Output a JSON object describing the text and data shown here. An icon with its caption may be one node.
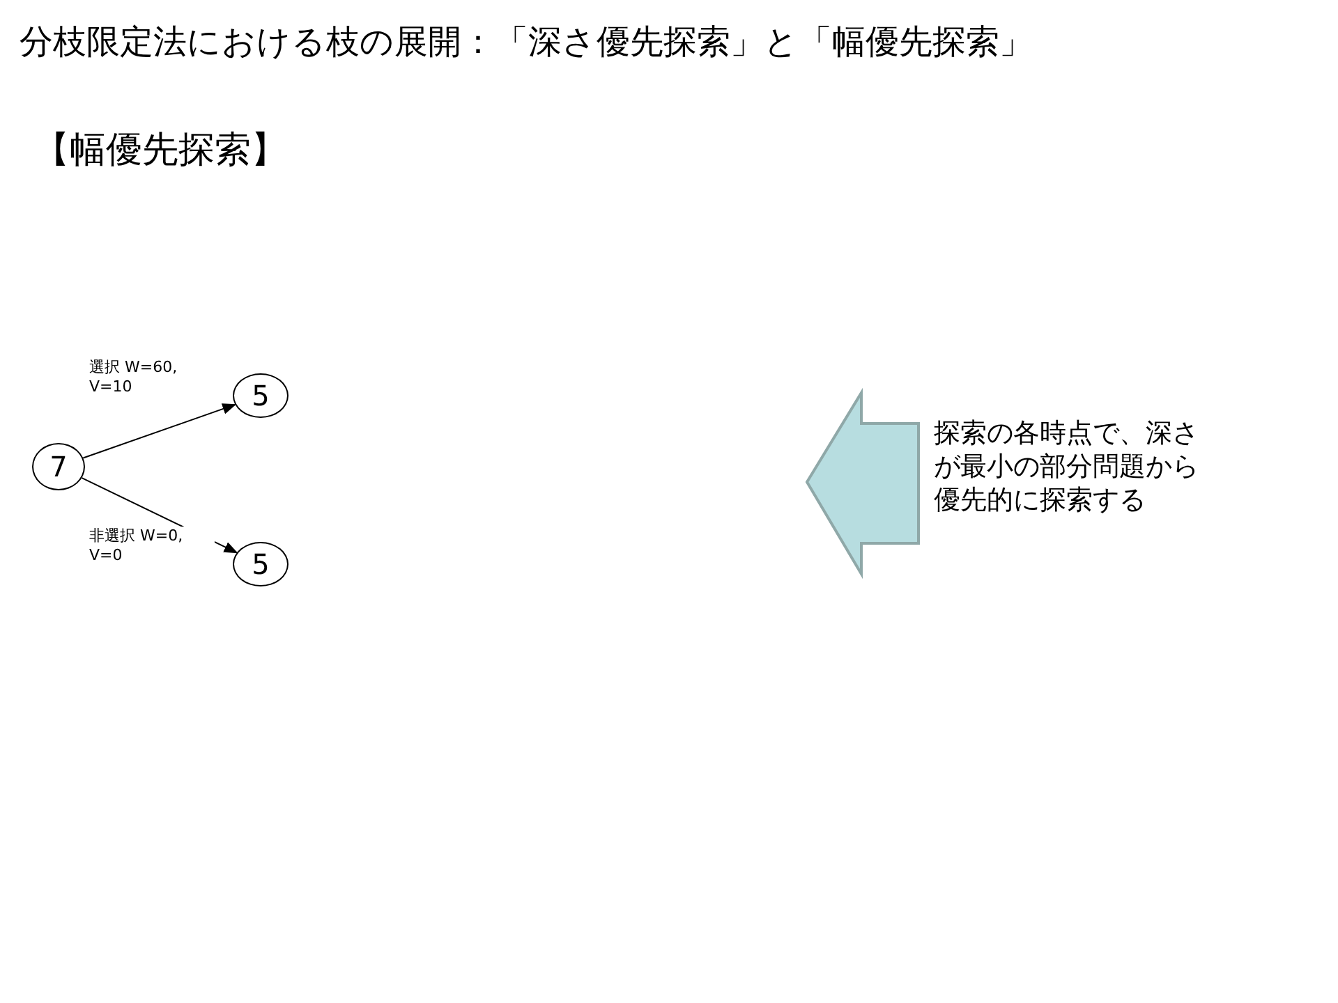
{
  "diagram": {
    "title": "分枝限定法における枝の展開：「深さ優先探索」と「幅優先探索」",
    "nodes": [
      {
        "text": [
          "7"
        ]
      },
      {
        "text": [
          "5"
        ]
      },
      {
        "text": [
          "5"
        ]
      }
    ],
    "edges": [
      {
        "from": 0,
        "to": 1,
        "arrow": "to",
        "label": "選択 W=60, V=10"
      },
      {
        "from": 0,
        "to": 2,
        "arrow": "to",
        "label": "非選択 W=0, V=0"
      }
    ],
    "labels": [
      "【幅優先探索】",
      "探索の各時点で、深さが最小の部分問題から優先的に探索する"
    ]
  }
}
